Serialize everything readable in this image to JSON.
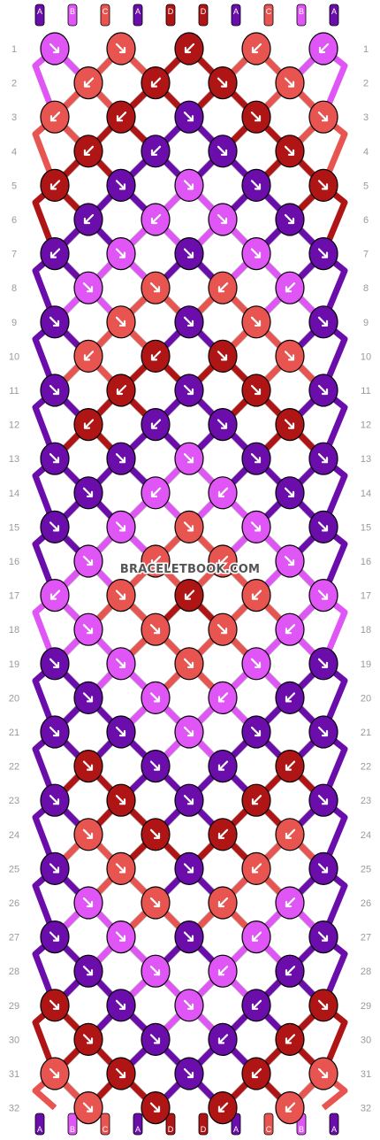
{
  "watermark": "BRACELETBOOK.COM",
  "colors": {
    "A": "#6a0dab",
    "B": "#e055f5",
    "C": "#e85550",
    "D": "#b01515"
  },
  "strands_top": [
    "A",
    "B",
    "C",
    "A",
    "D",
    "D",
    "A",
    "C",
    "B",
    "A"
  ],
  "strands_bottom": [
    "A",
    "B",
    "C",
    "A",
    "D",
    "D",
    "A",
    "C",
    "B",
    "A"
  ],
  "row_labels": [
    "1",
    "2",
    "3",
    "4",
    "5",
    "6",
    "7",
    "8",
    "9",
    "10",
    "11",
    "12",
    "13",
    "14",
    "15",
    "16",
    "17",
    "18",
    "19",
    "20",
    "21",
    "22",
    "23",
    "24",
    "25",
    "26",
    "27",
    "28",
    "29",
    "30",
    "31",
    "32"
  ],
  "knot_colors": [
    [
      "B",
      "C",
      "D",
      "C",
      "B"
    ],
    [
      "C",
      "D",
      "D",
      "C"
    ],
    [
      "C",
      "D",
      "A",
      "D",
      "C"
    ],
    [
      "D",
      "A",
      "A",
      "D"
    ],
    [
      "D",
      "A",
      "B",
      "A",
      "D"
    ],
    [
      "A",
      "B",
      "B",
      "A"
    ],
    [
      "A",
      "B",
      "A",
      "B",
      "A"
    ],
    [
      "B",
      "C",
      "C",
      "B"
    ],
    [
      "A",
      "C",
      "A",
      "C",
      "A"
    ],
    [
      "C",
      "D",
      "D",
      "C"
    ],
    [
      "A",
      "D",
      "A",
      "D",
      "A"
    ],
    [
      "D",
      "A",
      "A",
      "D"
    ],
    [
      "A",
      "A",
      "B",
      "A",
      "A"
    ],
    [
      "A",
      "B",
      "B",
      "A"
    ],
    [
      "A",
      "B",
      "C",
      "B",
      "A"
    ],
    [
      "B",
      "C",
      "C",
      "B"
    ],
    [
      "B",
      "C",
      "D",
      "C",
      "B"
    ],
    [
      "B",
      "C",
      "C",
      "B"
    ],
    [
      "A",
      "B",
      "C",
      "B",
      "A"
    ],
    [
      "A",
      "B",
      "B",
      "A"
    ],
    [
      "A",
      "A",
      "B",
      "A",
      "A"
    ],
    [
      "D",
      "A",
      "A",
      "D"
    ],
    [
      "A",
      "D",
      "A",
      "D",
      "A"
    ],
    [
      "C",
      "D",
      "D",
      "C"
    ],
    [
      "A",
      "C",
      "A",
      "C",
      "A"
    ],
    [
      "B",
      "C",
      "C",
      "B"
    ],
    [
      "A",
      "B",
      "A",
      "B",
      "A"
    ],
    [
      "A",
      "B",
      "B",
      "A"
    ],
    [
      "D",
      "A",
      "B",
      "A",
      "D"
    ],
    [
      "D",
      "A",
      "A",
      "D"
    ],
    [
      "C",
      "D",
      "A",
      "D",
      "C"
    ],
    [
      "C",
      "D",
      "D",
      "C"
    ]
  ],
  "knot_directions": [
    [
      "se",
      "se",
      "sw",
      "sw",
      "sw"
    ],
    [
      "sw",
      "sw",
      "se",
      "se"
    ],
    [
      "sw",
      "sw",
      "se",
      "se",
      "se"
    ],
    [
      "sw",
      "sw",
      "se",
      "se"
    ],
    [
      "sw",
      "se",
      "se",
      "se",
      "se"
    ],
    [
      "sw",
      "sw",
      "se",
      "se"
    ],
    [
      "sw",
      "se",
      "se",
      "se",
      "se"
    ],
    [
      "se",
      "se",
      "sw",
      "sw"
    ],
    [
      "se",
      "se",
      "se",
      "se",
      "se"
    ],
    [
      "sw",
      "sw",
      "se",
      "se"
    ],
    [
      "se",
      "sw",
      "se",
      "se",
      "se"
    ],
    [
      "sw",
      "sw",
      "se",
      "se"
    ],
    [
      "se",
      "se",
      "se",
      "se",
      "se"
    ],
    [
      "se",
      "sw",
      "sw",
      "se"
    ],
    [
      "se",
      "se",
      "se",
      "se",
      "se"
    ],
    [
      "se",
      "sw",
      "sw",
      "se"
    ],
    [
      "sw",
      "se",
      "sw",
      "sw",
      "se"
    ],
    [
      "se",
      "se",
      "se",
      "sw"
    ],
    [
      "se",
      "se",
      "se",
      "se",
      "se"
    ],
    [
      "se",
      "se",
      "sw",
      "sw"
    ],
    [
      "se",
      "se",
      "se",
      "se",
      "se"
    ],
    [
      "se",
      "se",
      "sw",
      "sw"
    ],
    [
      "se",
      "se",
      "se",
      "sw",
      "se"
    ],
    [
      "se",
      "se",
      "sw",
      "sw"
    ],
    [
      "se",
      "se",
      "se",
      "sw",
      "se"
    ],
    [
      "se",
      "se",
      "sw",
      "sw"
    ],
    [
      "se",
      "se",
      "se",
      "sw",
      "se"
    ],
    [
      "se",
      "se",
      "sw",
      "sw"
    ],
    [
      "se",
      "se",
      "se",
      "sw",
      "se"
    ],
    [
      "se",
      "se",
      "sw",
      "sw"
    ],
    [
      "se",
      "se",
      "se",
      "sw",
      "se"
    ],
    [
      "se",
      "se",
      "sw",
      "sw"
    ]
  ]
}
